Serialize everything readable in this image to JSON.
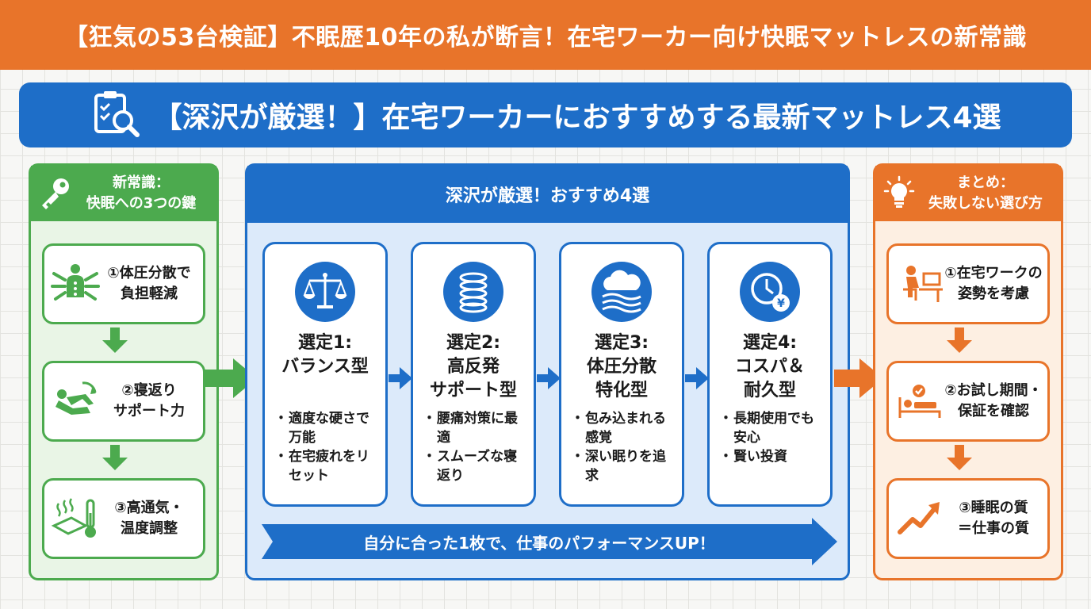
{
  "header": {
    "title": "【狂気の53台検証】不眠歴10年の私が断言！在宅ワーカー向け快眠マットレスの新常識"
  },
  "banner": {
    "title": "【深沢が厳選！】在宅ワーカーにおすすめする最新マットレス4選",
    "icon": "clipboard-search-icon"
  },
  "left": {
    "heading_line1": "新常識：",
    "heading_line2": "快眠への3つの鍵",
    "icon": "key-icon",
    "items": [
      {
        "line1": "①体圧分散で",
        "line2": "負担軽減",
        "icon": "body-pressure-icon"
      },
      {
        "line1": "②寝返り",
        "line2": "サポート力",
        "icon": "rolling-person-icon"
      },
      {
        "line1": "③高通気・",
        "line2": "温度調整",
        "icon": "thermometer-icon"
      }
    ]
  },
  "center": {
    "heading": "深沢が厳選！おすすめ4選",
    "picks": [
      {
        "line1": "選定1:",
        "line2": "バランス型",
        "line3": "",
        "icon": "scale-icon",
        "bullets": [
          "適度な硬さで万能",
          "在宅疲れをリセット"
        ]
      },
      {
        "line1": "選定2:",
        "line2": "高反発",
        "line3": "サポート型",
        "icon": "coil-spring-icon",
        "bullets": [
          "腰痛対策に最適",
          "スムーズな寝返り"
        ]
      },
      {
        "line1": "選定3:",
        "line2": "体圧分散",
        "line3": "特化型",
        "icon": "cloud-layers-icon",
        "bullets": [
          "包み込まれる感覚",
          "深い眠りを追求"
        ]
      },
      {
        "line1": "選定4:",
        "line2": "コスパ＆",
        "line3": "耐久型",
        "icon": "clock-yen-icon",
        "bullets": [
          "長期使用でも安心",
          "賢い投資"
        ]
      }
    ],
    "footer": "自分に合った1枚で、仕事のパフォーマンスUP！"
  },
  "right": {
    "heading_line1": "まとめ：",
    "heading_line2": "失敗しない選び方",
    "icon": "lightbulb-icon",
    "items": [
      {
        "line1": "①在宅ワークの",
        "line2": "姿勢を考慮",
        "icon": "desk-worker-icon"
      },
      {
        "line1": "②お試し期間・",
        "line2": "保証を確認",
        "icon": "bed-check-icon"
      },
      {
        "line1": "③睡眠の質",
        "line2": "＝仕事の質",
        "icon": "trend-up-icon"
      }
    ]
  },
  "colors": {
    "orange": "#e8742a",
    "blue": "#1e6ec8",
    "green": "#4caa4e"
  }
}
